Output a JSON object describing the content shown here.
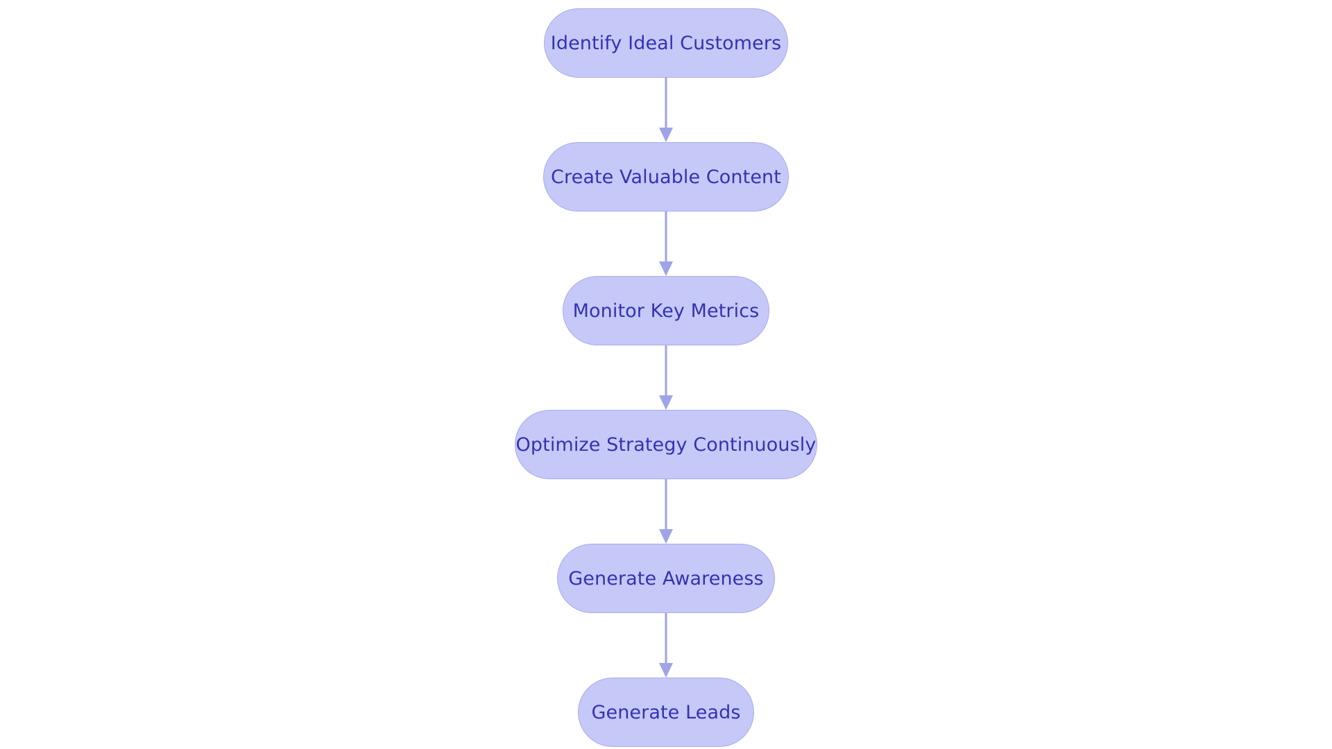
{
  "diagram": {
    "type": "flowchart",
    "orientation": "vertical-top-down",
    "background_color": "#ffffff",
    "node_fill_color": "#c6c8f8",
    "node_border_color": "#a8abec",
    "node_text_color": "#3333b2",
    "connector_color": "#9fa3e8",
    "node_shape": "stadium-rounded-rectangle",
    "nodes": [
      {
        "id": "n1",
        "label": "Identify Ideal Customers"
      },
      {
        "id": "n2",
        "label": "Create Valuable Content"
      },
      {
        "id": "n3",
        "label": "Monitor Key Metrics"
      },
      {
        "id": "n4",
        "label": "Optimize Strategy Continuously"
      },
      {
        "id": "n5",
        "label": "Generate Awareness"
      },
      {
        "id": "n6",
        "label": "Generate Leads"
      }
    ],
    "edges": [
      {
        "from": "n1",
        "to": "n2",
        "arrow": "down",
        "label": ""
      },
      {
        "from": "n2",
        "to": "n3",
        "arrow": "down",
        "label": ""
      },
      {
        "from": "n3",
        "to": "n4",
        "arrow": "down",
        "label": ""
      },
      {
        "from": "n4",
        "to": "n5",
        "arrow": "down",
        "label": ""
      },
      {
        "from": "n5",
        "to": "n6",
        "arrow": "down",
        "label": ""
      }
    ]
  }
}
